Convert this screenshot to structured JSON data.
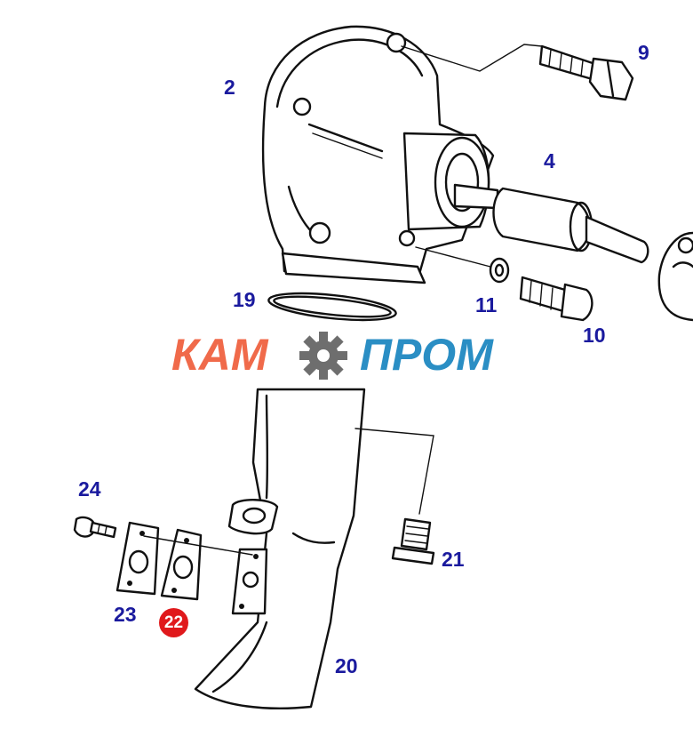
{
  "brand": {
    "part1": "КАМ",
    "part2": "ПРОМ",
    "color_part1": "#f06a4a",
    "color_part2": "#2a8ec4",
    "gear_color": "#6e6e6e"
  },
  "callouts": [
    {
      "id": "c2",
      "label": "2"
    },
    {
      "id": "c4",
      "label": "4"
    },
    {
      "id": "c9",
      "label": "9"
    },
    {
      "id": "c10",
      "label": "10"
    },
    {
      "id": "c11",
      "label": "11"
    },
    {
      "id": "c19",
      "label": "19"
    },
    {
      "id": "c20",
      "label": "20"
    },
    {
      "id": "c21",
      "label": "21"
    },
    {
      "id": "c22",
      "label": "22",
      "highlighted": true
    },
    {
      "id": "c23",
      "label": "23"
    },
    {
      "id": "c24",
      "label": "24"
    }
  ],
  "colors": {
    "callout": "#1a1a9e",
    "highlight": "#e0191c",
    "line": "#111111"
  }
}
